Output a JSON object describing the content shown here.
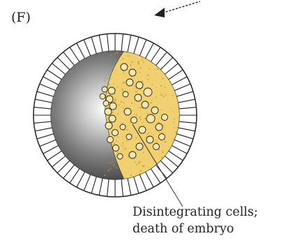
{
  "panel": {
    "label": "(F)"
  },
  "annotation": {
    "line1": "Disintegrating cells;",
    "line2": "death of embryo"
  },
  "colors": {
    "yolk": "#f0d070",
    "yolk_dots": "#c99a2a",
    "cell_outline": "#222222",
    "sphere_dark": "#3a3a3a",
    "sphere_light": "#f4f4f4"
  }
}
